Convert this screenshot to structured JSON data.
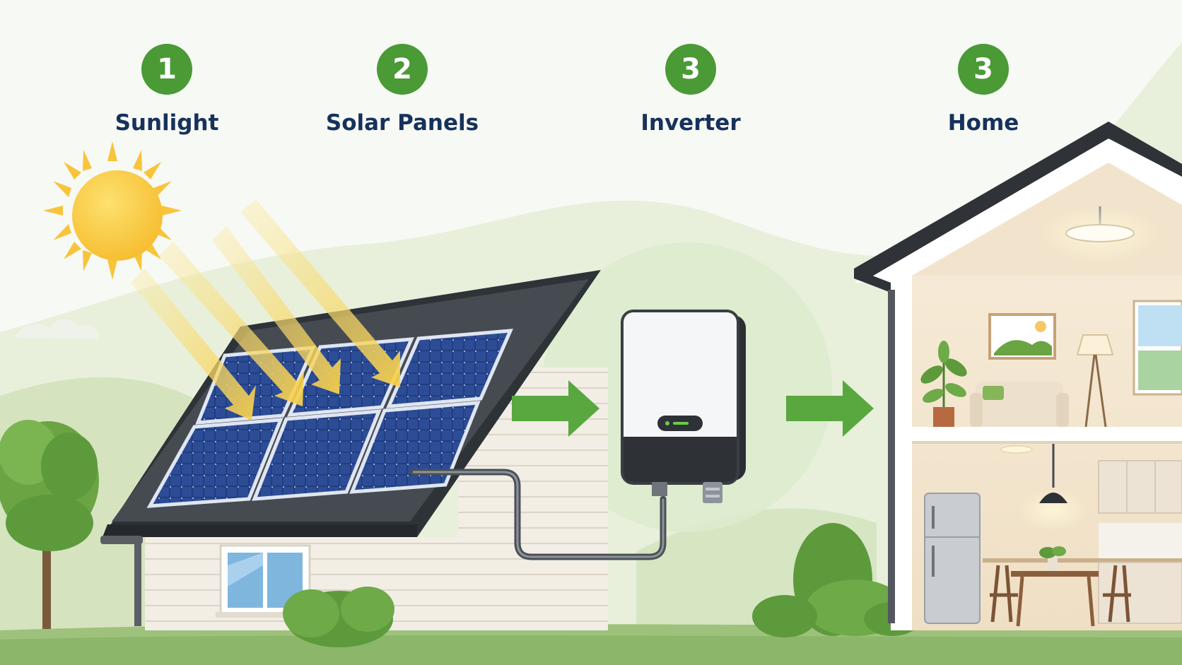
{
  "steps": [
    {
      "number": "1",
      "label": "Sunlight"
    },
    {
      "number": "2",
      "label": "Solar Panels"
    },
    {
      "number": "3",
      "label": "Inverter"
    },
    {
      "number": "3",
      "label": "Home"
    }
  ],
  "colors": {
    "badge": "#4a9a36",
    "label": "#16325c",
    "arrow": "#58a83f",
    "sun": "#f8c43c",
    "ray": "#f9d565",
    "panel": "#223d80",
    "roof": "#3b3f44",
    "wall": "#f1ede5",
    "grass": "#9ec27c",
    "foliage": "#5d9a3c"
  },
  "icons": [
    "sun-icon",
    "solar-panel-icon",
    "inverter-icon",
    "house-icon",
    "flow-arrow-icon"
  ]
}
